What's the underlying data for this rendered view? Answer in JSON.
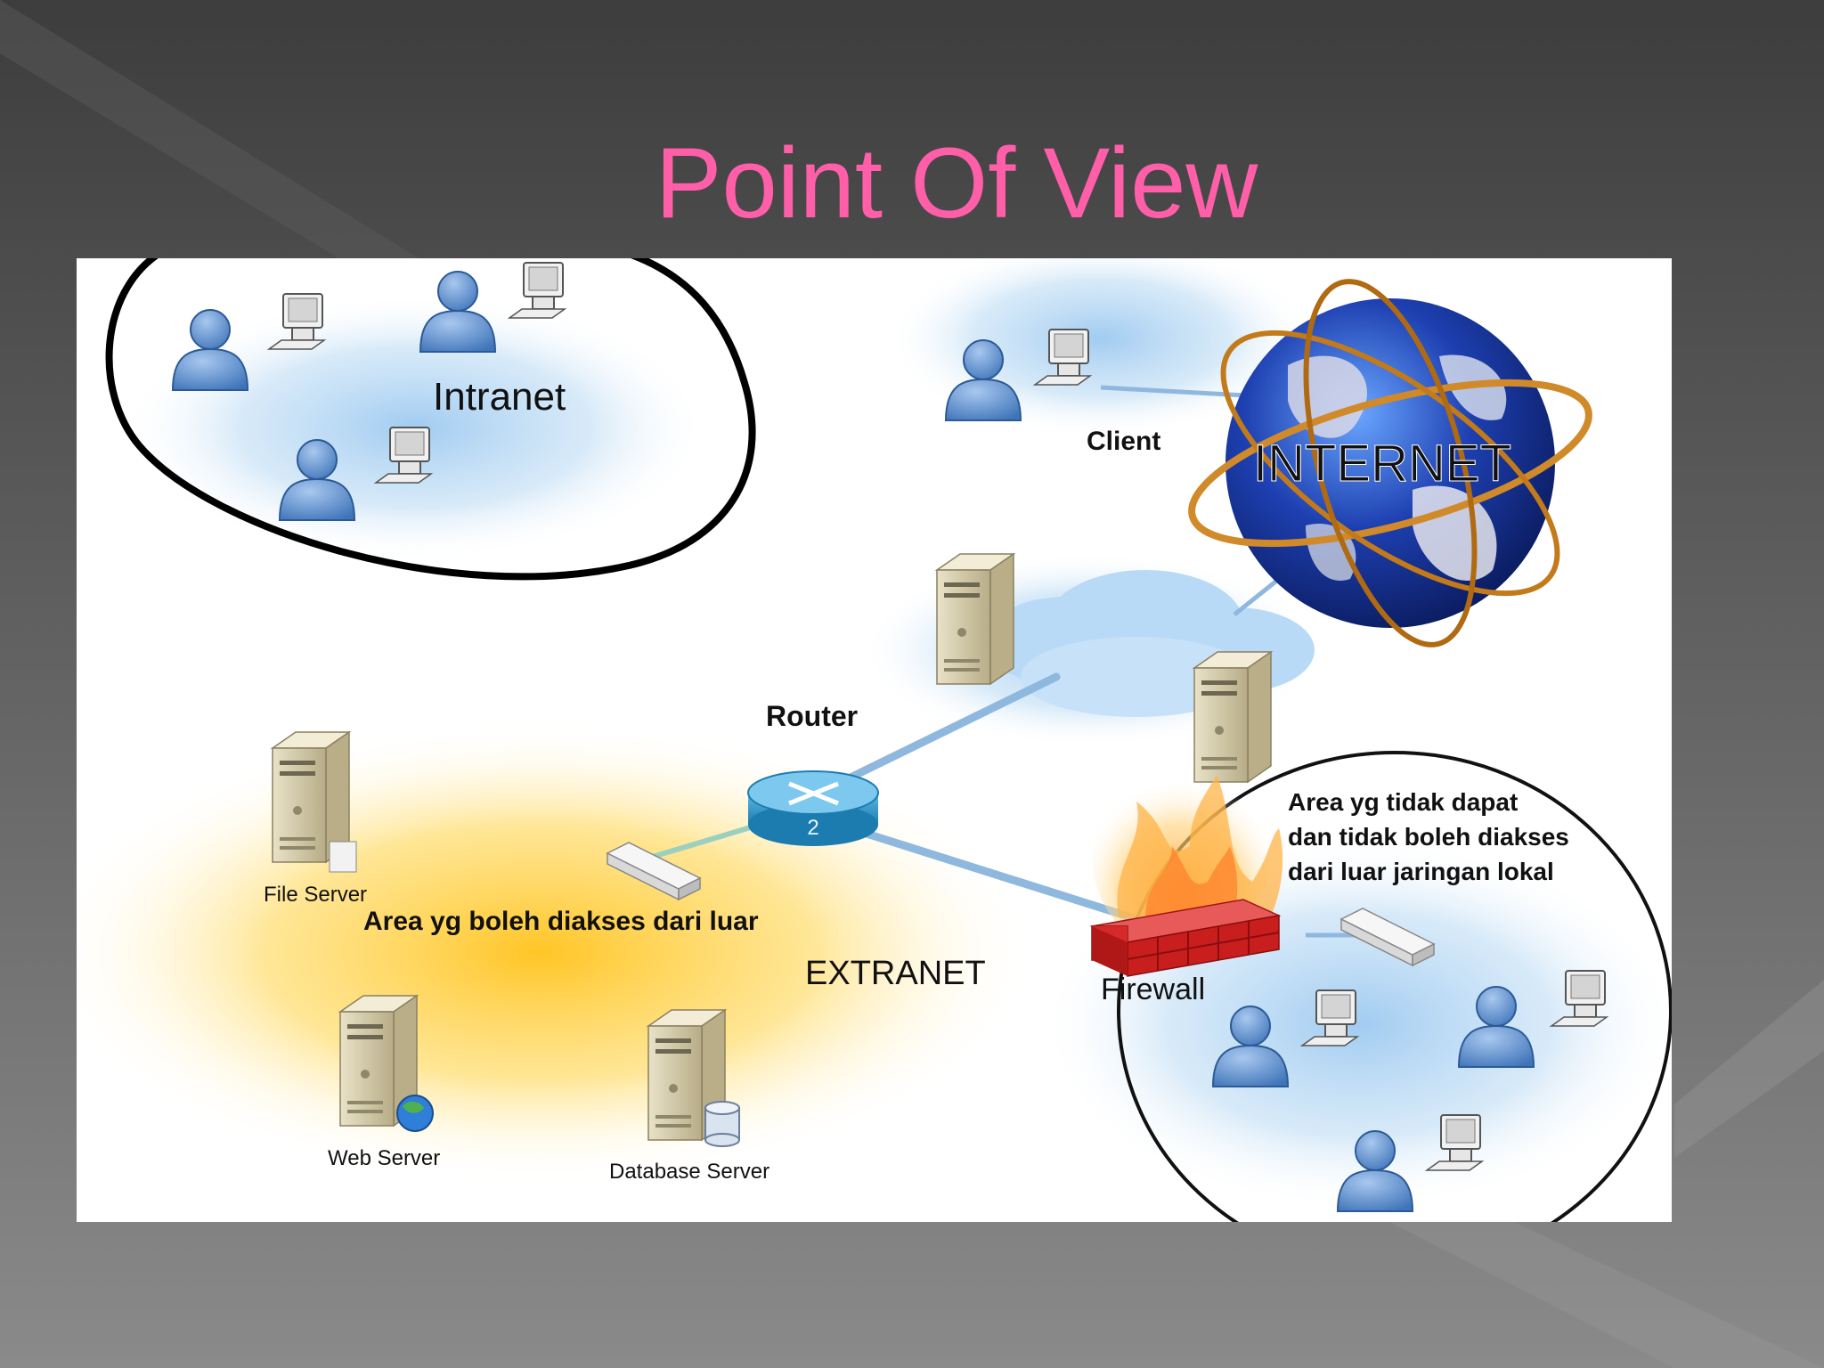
{
  "slide": {
    "title": "Point Of View",
    "title_color": "#ff5ea8",
    "background_color": "#4a4a4a"
  },
  "diagram": {
    "labels": {
      "intranet": "Intranet",
      "client": "Client",
      "internet": "INTERNET",
      "router": "Router",
      "router_number": "2",
      "file_server": "File Server",
      "public_area": "Area yg boleh diakses dari luar",
      "extranet": "EXTRANET",
      "private_area_line1": "Area yg tidak dapat",
      "private_area_line2": "dan tidak boleh diakses",
      "private_area_line3": "dari luar jaringan lokal",
      "firewall": "Firewall",
      "web_server": "Web Server",
      "database_server": "Database Server"
    },
    "icons": [
      "user-icon",
      "computer-icon",
      "server-icon",
      "globe-icon",
      "router-icon",
      "firewall-icon",
      "switch-icon",
      "cloud-icon",
      "database-icon"
    ]
  }
}
